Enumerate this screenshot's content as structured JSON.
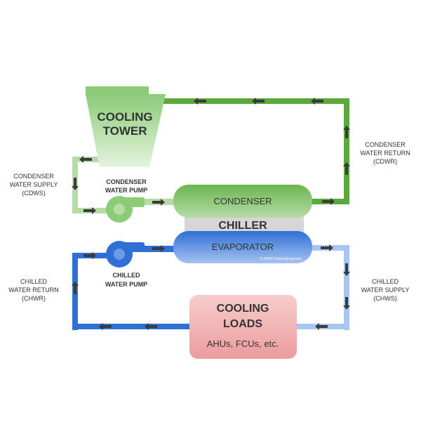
{
  "colors": {
    "condenser_return": "#5aa83e",
    "condenser_supply": "#b4dca4",
    "chilled_return": "#2f6fd6",
    "chilled_supply": "#a9c6f2",
    "chiller": "#d6d6d6",
    "loads": "#f0a9a9",
    "arrow": "#3a3a3a"
  },
  "cooling_tower": {
    "line1": "COOLING",
    "line2": "TOWER"
  },
  "condenser": {
    "label": "CONDENSER"
  },
  "chiller": {
    "label": "CHILLER"
  },
  "evaporator": {
    "label": "EVAPORATOR",
    "copyright": "© HVACTrainingShop.com"
  },
  "condenser_pump": {
    "line1": "CONDENSER",
    "line2": "WATER PUMP"
  },
  "chilled_pump": {
    "line1": "CHILLED",
    "line2": "WATER PUMP"
  },
  "cooling_loads": {
    "line1": "COOLING",
    "line2": "LOADS",
    "sub": "AHUs, FCUs, etc."
  },
  "labels": {
    "cdws": [
      "CONDENSER",
      "WATER SUPPLY",
      "(CDWS)"
    ],
    "cdwr": [
      "CONDENSER",
      "WATER RETURN",
      "(CDWR)"
    ],
    "chwr": [
      "CHILLED",
      "WATER RETURN",
      "(CHWR)"
    ],
    "chws": [
      "CHILLED",
      "WATER SUPPLY",
      "(CHWS)"
    ]
  }
}
